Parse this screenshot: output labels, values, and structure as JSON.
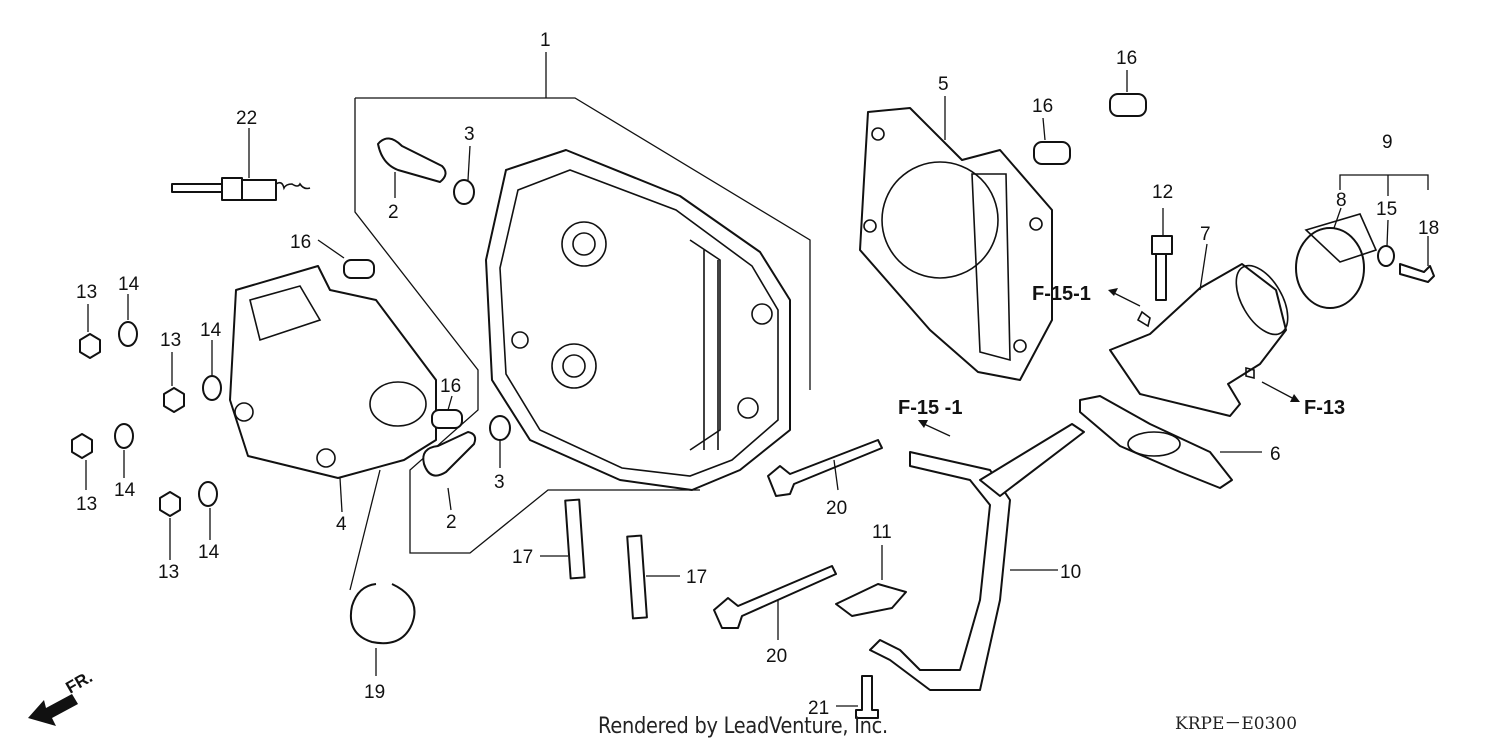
{
  "diagram": {
    "callouts": [
      "1",
      "2",
      "3",
      "4",
      "5",
      "6",
      "7",
      "8",
      "9",
      "10",
      "11",
      "12",
      "13",
      "14",
      "15",
      "16",
      "17",
      "18",
      "19",
      "20",
      "21",
      "22"
    ],
    "refs": [
      "F-15-1",
      "F-15 -1",
      "F-13"
    ],
    "orientation_label": "FR."
  },
  "footer": {
    "credit": "Rendered by LeadVenture, Inc.",
    "code": "KRPE－E0300"
  }
}
